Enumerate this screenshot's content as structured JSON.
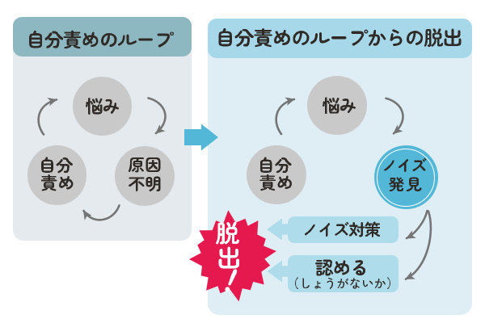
{
  "colors": {
    "left_header": "#8db8c2",
    "left_body": "#e4eaed",
    "right_header": "#a7d8ea",
    "right_body": "#dfeef5",
    "node_gray": "#c9c9c9",
    "accent_teal": "#53b7d7",
    "action_blue": "#aedceb",
    "arrow_gray": "#757575",
    "escape_red": "#e6194f",
    "text_dark": "#2f2a26",
    "badge_text": "#ffffff",
    "page_bg": "#ffffff"
  },
  "left_panel": {
    "title": "自分責めのループ",
    "nodes": {
      "worry": "悩み",
      "self_blame": [
        "自分",
        "責め"
      ],
      "unknown_cause": [
        "原因",
        "不明"
      ]
    }
  },
  "transition": {
    "symbol": "→"
  },
  "right_panel": {
    "title": "自分責めのループからの脱出",
    "nodes": {
      "worry": "悩み",
      "self_blame": [
        "自分",
        "責め"
      ],
      "noise_discovery": [
        "ノイズ",
        "発見"
      ]
    },
    "actions": {
      "noise_countermeasure": "ノイズ対策",
      "accept": "認める",
      "accept_note": "（しょうがないか）"
    },
    "escape_badge": "脱出！"
  }
}
